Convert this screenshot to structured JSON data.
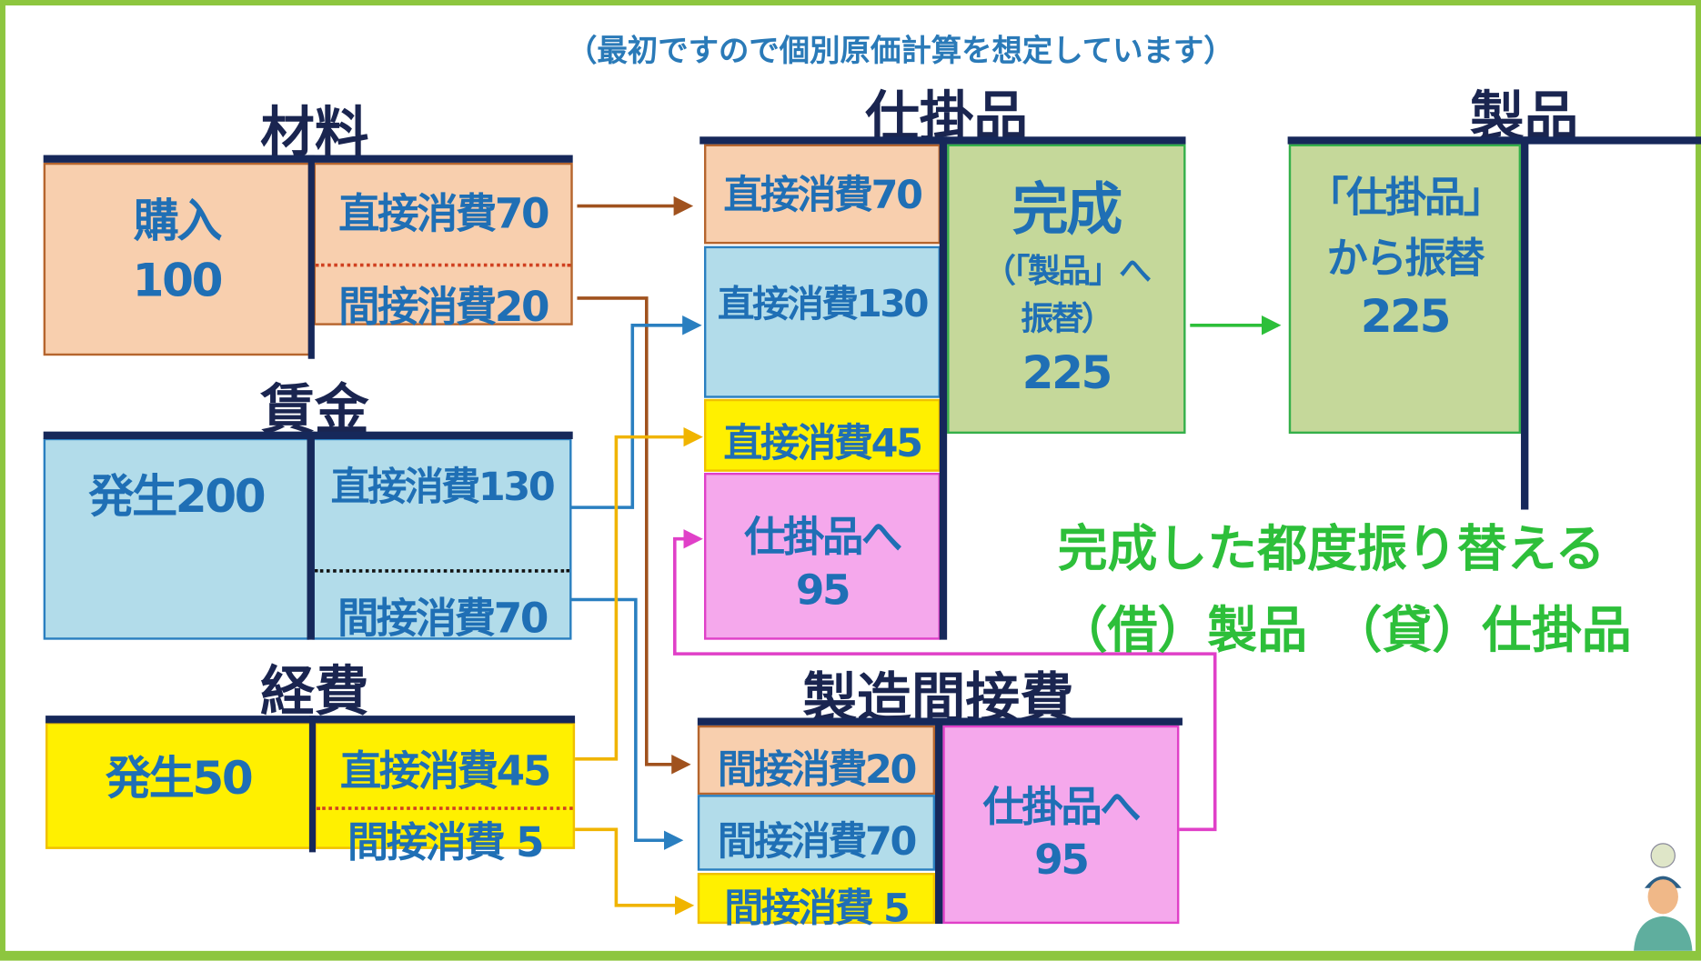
{
  "subtitle": "（最初ですので個別原価計算を想定しています）",
  "accounts": {
    "materials": {
      "title": "材料",
      "debit": [
        "購入",
        "100"
      ],
      "credit": [
        "直接消費70",
        "間接消費20"
      ]
    },
    "wages": {
      "title": "賃金",
      "debit": "発生200",
      "credit": [
        "直接消費130",
        "間接消費70"
      ]
    },
    "expenses": {
      "title": "経費",
      "debit": "発生50",
      "credit": [
        "直接消費45",
        "間接消費 5"
      ]
    },
    "wip": {
      "title": "仕掛品",
      "debit": [
        "直接消費70",
        "直接消費130",
        "直接消費45",
        "仕掛品へ",
        "95"
      ],
      "credit": [
        "完成",
        "（「製品」へ",
        "振替）",
        "225"
      ]
    },
    "products": {
      "title": "製品",
      "debit": [
        "「仕掛品」",
        "から振替",
        "225"
      ]
    },
    "overhead": {
      "title": "製造間接費",
      "debit": [
        "間接消費20",
        "間接消費70",
        "間接消費 5"
      ],
      "credit": [
        "仕掛品へ",
        "95"
      ]
    }
  },
  "note": {
    "line1": "完成した都度振り替える",
    "line2": "（借）製品　（貸）仕掛品"
  },
  "colors": {
    "frame": "#8dc63f",
    "navy": "#16285a",
    "text": "#1f6fb5",
    "peach": "#f8cfae",
    "blue": "#b2dcea",
    "yellow": "#fff000",
    "pink": "#f5a8ec",
    "green": "#c5d89a",
    "note": "#2dbf3a"
  }
}
